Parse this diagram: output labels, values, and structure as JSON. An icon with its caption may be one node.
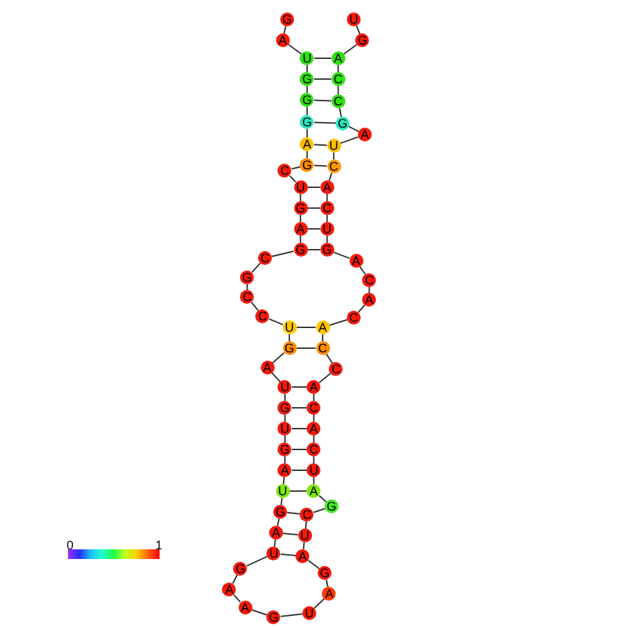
{
  "diagram": {
    "nodes": [
      {
        "text": [
          "G"
        ]
      },
      {
        "text": [
          "A"
        ]
      },
      {
        "text": [
          "U"
        ]
      },
      {
        "text": [
          "G"
        ]
      },
      {
        "text": [
          "G"
        ]
      },
      {
        "text": [
          "G"
        ]
      },
      {
        "text": [
          "A"
        ]
      },
      {
        "text": [
          "G"
        ]
      },
      {
        "text": [
          "C"
        ]
      },
      {
        "text": [
          "U"
        ]
      },
      {
        "text": [
          "G"
        ]
      },
      {
        "text": [
          "A"
        ]
      },
      {
        "text": [
          "G"
        ]
      },
      {
        "text": [
          "C"
        ]
      },
      {
        "text": [
          "G"
        ]
      },
      {
        "text": [
          "C"
        ]
      },
      {
        "text": [
          "C"
        ]
      },
      {
        "text": [
          "U"
        ]
      },
      {
        "text": [
          "G"
        ]
      },
      {
        "text": [
          "A"
        ]
      },
      {
        "text": [
          "U"
        ]
      },
      {
        "text": [
          "G"
        ]
      },
      {
        "text": [
          "U"
        ]
      },
      {
        "text": [
          "G"
        ]
      },
      {
        "text": [
          "A"
        ]
      },
      {
        "text": [
          "U"
        ]
      },
      {
        "text": [
          "G"
        ]
      },
      {
        "text": [
          "A"
        ]
      },
      {
        "text": [
          "U"
        ]
      },
      {
        "text": [
          "G"
        ]
      },
      {
        "text": [
          "A"
        ]
      },
      {
        "text": [
          "A"
        ]
      },
      {
        "text": [
          "G"
        ]
      },
      {
        "text": [
          "U"
        ]
      },
      {
        "text": [
          "A"
        ]
      },
      {
        "text": [
          "G"
        ]
      },
      {
        "text": [
          "A"
        ]
      },
      {
        "text": [
          "U"
        ]
      },
      {
        "text": [
          "C"
        ]
      },
      {
        "text": [
          "G"
        ]
      },
      {
        "text": [
          "A"
        ]
      },
      {
        "text": [
          "U"
        ]
      },
      {
        "text": [
          "C"
        ]
      },
      {
        "text": [
          "A"
        ]
      },
      {
        "text": [
          "C"
        ]
      },
      {
        "text": [
          "A"
        ]
      },
      {
        "text": [
          "C"
        ]
      },
      {
        "text": [
          "C"
        ]
      },
      {
        "text": [
          "A"
        ]
      },
      {
        "text": [
          "C"
        ]
      },
      {
        "text": [
          "A"
        ]
      },
      {
        "text": [
          "C"
        ]
      },
      {
        "text": [
          "A"
        ]
      },
      {
        "text": [
          "G"
        ]
      },
      {
        "text": [
          "U"
        ]
      },
      {
        "text": [
          "C"
        ]
      },
      {
        "text": [
          "A"
        ]
      },
      {
        "text": [
          "C"
        ]
      },
      {
        "text": [
          "U"
        ]
      },
      {
        "text": [
          "A"
        ]
      },
      {
        "text": [
          "G"
        ]
      },
      {
        "text": [
          "C"
        ]
      },
      {
        "text": [
          "C"
        ]
      },
      {
        "text": [
          "A"
        ]
      },
      {
        "text": [
          "G"
        ]
      },
      {
        "text": [
          "U"
        ]
      }
    ],
    "edges": [
      {
        "from": 0,
        "to": 1,
        "arrow": "none"
      },
      {
        "from": 1,
        "to": 2,
        "arrow": "none"
      },
      {
        "from": 2,
        "to": 3,
        "arrow": "none"
      },
      {
        "from": 3,
        "to": 4,
        "arrow": "none"
      },
      {
        "from": 4,
        "to": 5,
        "arrow": "none"
      },
      {
        "from": 5,
        "to": 6,
        "arrow": "none"
      },
      {
        "from": 6,
        "to": 7,
        "arrow": "none"
      },
      {
        "from": 7,
        "to": 8,
        "arrow": "none"
      },
      {
        "from": 8,
        "to": 9,
        "arrow": "none"
      },
      {
        "from": 9,
        "to": 10,
        "arrow": "none"
      },
      {
        "from": 10,
        "to": 11,
        "arrow": "none"
      },
      {
        "from": 11,
        "to": 12,
        "arrow": "none"
      },
      {
        "from": 12,
        "to": 13,
        "arrow": "none"
      },
      {
        "from": 13,
        "to": 14,
        "arrow": "none"
      },
      {
        "from": 14,
        "to": 15,
        "arrow": "none"
      },
      {
        "from": 15,
        "to": 16,
        "arrow": "none"
      },
      {
        "from": 16,
        "to": 17,
        "arrow": "none"
      },
      {
        "from": 17,
        "to": 18,
        "arrow": "none"
      },
      {
        "from": 18,
        "to": 19,
        "arrow": "none"
      },
      {
        "from": 19,
        "to": 20,
        "arrow": "none"
      },
      {
        "from": 20,
        "to": 21,
        "arrow": "none"
      },
      {
        "from": 21,
        "to": 22,
        "arrow": "none"
      },
      {
        "from": 22,
        "to": 23,
        "arrow": "none"
      },
      {
        "from": 23,
        "to": 24,
        "arrow": "none"
      },
      {
        "from": 24,
        "to": 25,
        "arrow": "none"
      },
      {
        "from": 25,
        "to": 26,
        "arrow": "none"
      },
      {
        "from": 26,
        "to": 27,
        "arrow": "none"
      },
      {
        "from": 27,
        "to": 28,
        "arrow": "none"
      },
      {
        "from": 28,
        "to": 29,
        "arrow": "none"
      },
      {
        "from": 29,
        "to": 30,
        "arrow": "none"
      },
      {
        "from": 30,
        "to": 31,
        "arrow": "none"
      },
      {
        "from": 31,
        "to": 32,
        "arrow": "none"
      },
      {
        "from": 32,
        "to": 33,
        "arrow": "none"
      },
      {
        "from": 33,
        "to": 34,
        "arrow": "none"
      },
      {
        "from": 34,
        "to": 35,
        "arrow": "none"
      },
      {
        "from": 35,
        "to": 36,
        "arrow": "none"
      },
      {
        "from": 36,
        "to": 37,
        "arrow": "none"
      },
      {
        "from": 37,
        "to": 38,
        "arrow": "none"
      },
      {
        "from": 38,
        "to": 39,
        "arrow": "none"
      },
      {
        "from": 39,
        "to": 40,
        "arrow": "none"
      },
      {
        "from": 40,
        "to": 41,
        "arrow": "none"
      },
      {
        "from": 41,
        "to": 42,
        "arrow": "none"
      },
      {
        "from": 42,
        "to": 43,
        "arrow": "none"
      },
      {
        "from": 43,
        "to": 44,
        "arrow": "none"
      },
      {
        "from": 44,
        "to": 45,
        "arrow": "none"
      },
      {
        "from": 45,
        "to": 46,
        "arrow": "none"
      },
      {
        "from": 46,
        "to": 47,
        "arrow": "none"
      },
      {
        "from": 47,
        "to": 48,
        "arrow": "none"
      },
      {
        "from": 48,
        "to": 49,
        "arrow": "none"
      },
      {
        "from": 49,
        "to": 50,
        "arrow": "none"
      },
      {
        "from": 50,
        "to": 51,
        "arrow": "none"
      },
      {
        "from": 51,
        "to": 52,
        "arrow": "none"
      },
      {
        "from": 52,
        "to": 53,
        "arrow": "none"
      },
      {
        "from": 53,
        "to": 54,
        "arrow": "none"
      },
      {
        "from": 54,
        "to": 55,
        "arrow": "none"
      },
      {
        "from": 55,
        "to": 56,
        "arrow": "none"
      },
      {
        "from": 56,
        "to": 57,
        "arrow": "none"
      },
      {
        "from": 57,
        "to": 58,
        "arrow": "none"
      },
      {
        "from": 58,
        "to": 59,
        "arrow": "none"
      },
      {
        "from": 59,
        "to": 60,
        "arrow": "none"
      },
      {
        "from": 60,
        "to": 61,
        "arrow": "none"
      },
      {
        "from": 61,
        "to": 62,
        "arrow": "none"
      },
      {
        "from": 62,
        "to": 63,
        "arrow": "none"
      },
      {
        "from": 63,
        "to": 64,
        "arrow": "none"
      },
      {
        "from": 64,
        "to": 65,
        "arrow": "none"
      },
      {
        "from": 2,
        "to": 63,
        "arrow": "none"
      },
      {
        "from": 3,
        "to": 62,
        "arrow": "none"
      },
      {
        "from": 4,
        "to": 61,
        "arrow": "none"
      },
      {
        "from": 5,
        "to": 60,
        "arrow": "none"
      },
      {
        "from": 6,
        "to": 58,
        "arrow": "none"
      },
      {
        "from": 7,
        "to": 57,
        "arrow": "none"
      },
      {
        "from": 9,
        "to": 56,
        "arrow": "none"
      },
      {
        "from": 10,
        "to": 55,
        "arrow": "none"
      },
      {
        "from": 11,
        "to": 54,
        "arrow": "none"
      },
      {
        "from": 12,
        "to": 53,
        "arrow": "none"
      },
      {
        "from": 17,
        "to": 48,
        "arrow": "none"
      },
      {
        "from": 18,
        "to": 47,
        "arrow": "none"
      },
      {
        "from": 20,
        "to": 45,
        "arrow": "none"
      },
      {
        "from": 21,
        "to": 44,
        "arrow": "none"
      },
      {
        "from": 22,
        "to": 43,
        "arrow": "none"
      },
      {
        "from": 23,
        "to": 42,
        "arrow": "none"
      },
      {
        "from": 24,
        "to": 41,
        "arrow": "none"
      },
      {
        "from": 25,
        "to": 40,
        "arrow": "none"
      },
      {
        "from": 26,
        "to": 38,
        "arrow": "none"
      },
      {
        "from": 27,
        "to": 37,
        "arrow": "none"
      },
      {
        "from": 28,
        "to": 36,
        "arrow": "none"
      }
    ],
    "labels": [
      "0",
      "1"
    ]
  }
}
